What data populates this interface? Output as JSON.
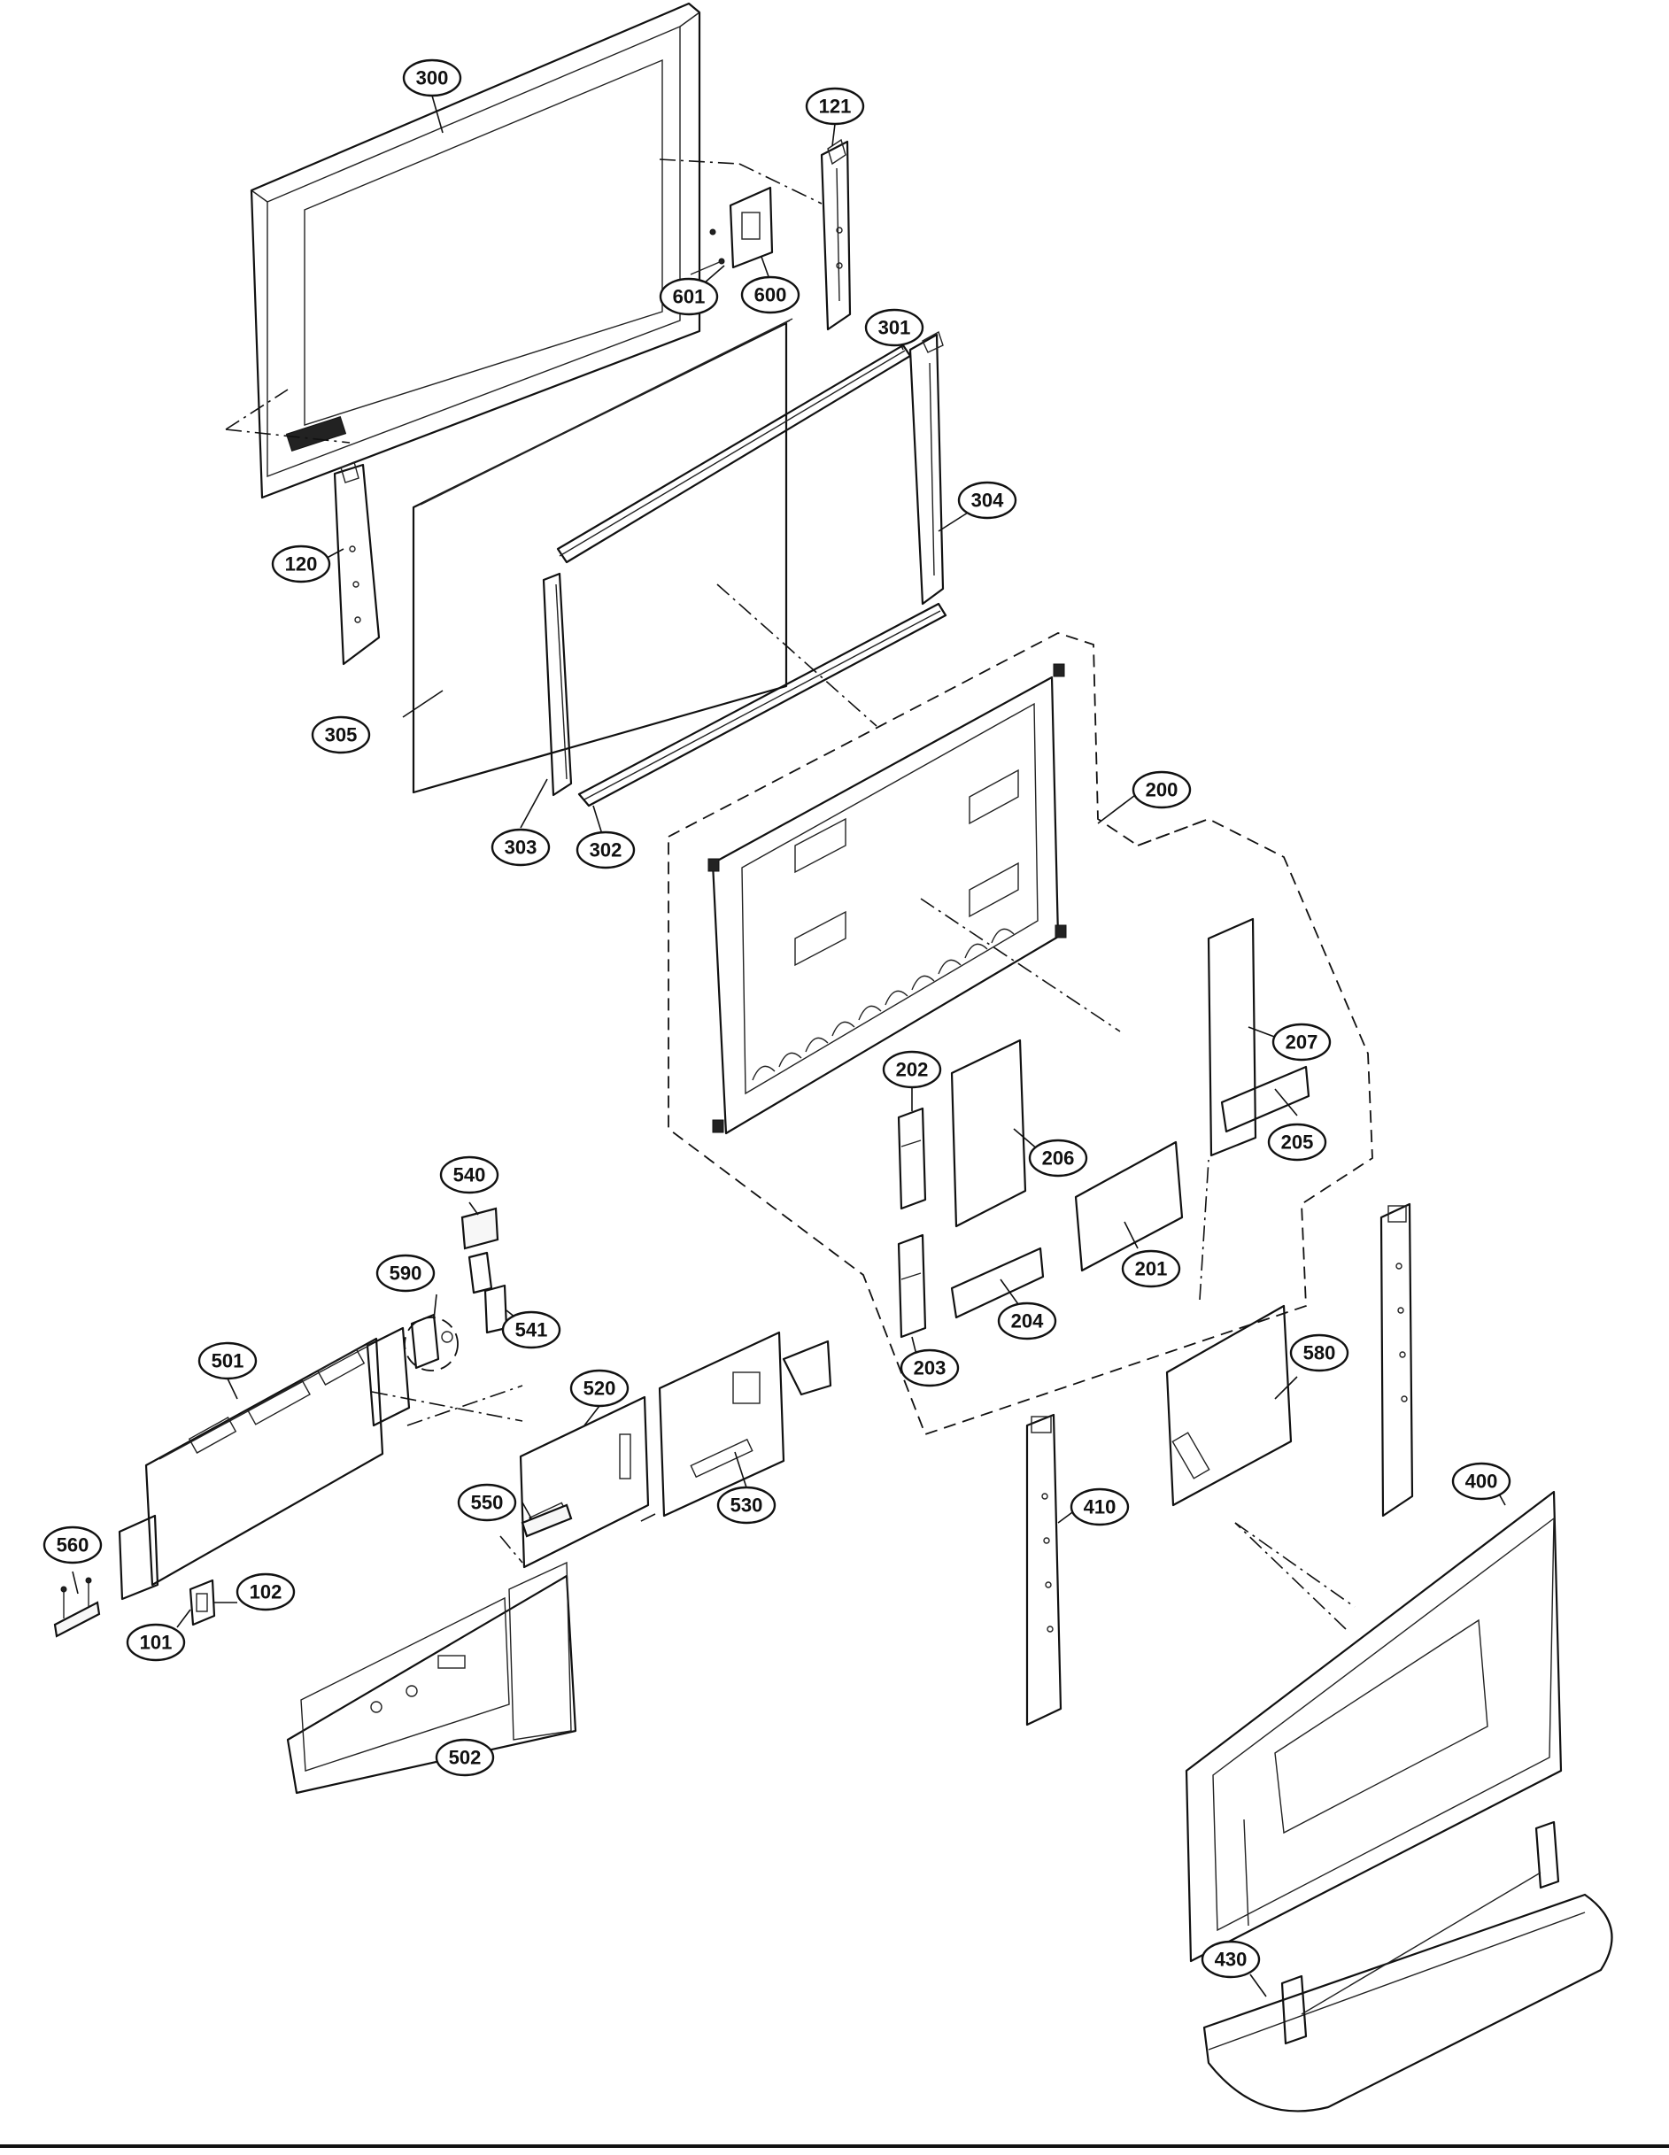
{
  "callouts": [
    {
      "id": "c300",
      "label": "300"
    },
    {
      "id": "c121",
      "label": "121"
    },
    {
      "id": "c601",
      "label": "601"
    },
    {
      "id": "c600",
      "label": "600"
    },
    {
      "id": "c301",
      "label": "301"
    },
    {
      "id": "c304",
      "label": "304"
    },
    {
      "id": "c120",
      "label": "120"
    },
    {
      "id": "c305",
      "label": "305"
    },
    {
      "id": "c303",
      "label": "303"
    },
    {
      "id": "c302",
      "label": "302"
    },
    {
      "id": "c200",
      "label": "200"
    },
    {
      "id": "c207",
      "label": "207"
    },
    {
      "id": "c202",
      "label": "202"
    },
    {
      "id": "c206",
      "label": "206"
    },
    {
      "id": "c205",
      "label": "205"
    },
    {
      "id": "c201",
      "label": "201"
    },
    {
      "id": "c204",
      "label": "204"
    },
    {
      "id": "c203",
      "label": "203"
    },
    {
      "id": "c580",
      "label": "580"
    },
    {
      "id": "c540",
      "label": "540"
    },
    {
      "id": "c590",
      "label": "590"
    },
    {
      "id": "c541",
      "label": "541"
    },
    {
      "id": "c501",
      "label": "501"
    },
    {
      "id": "c520",
      "label": "520"
    },
    {
      "id": "c530",
      "label": "530"
    },
    {
      "id": "c550",
      "label": "550"
    },
    {
      "id": "c560",
      "label": "560"
    },
    {
      "id": "c102",
      "label": "102"
    },
    {
      "id": "c101",
      "label": "101"
    },
    {
      "id": "c502",
      "label": "502"
    },
    {
      "id": "c410",
      "label": "410"
    },
    {
      "id": "c400",
      "label": "400"
    },
    {
      "id": "c430",
      "label": "430"
    }
  ]
}
